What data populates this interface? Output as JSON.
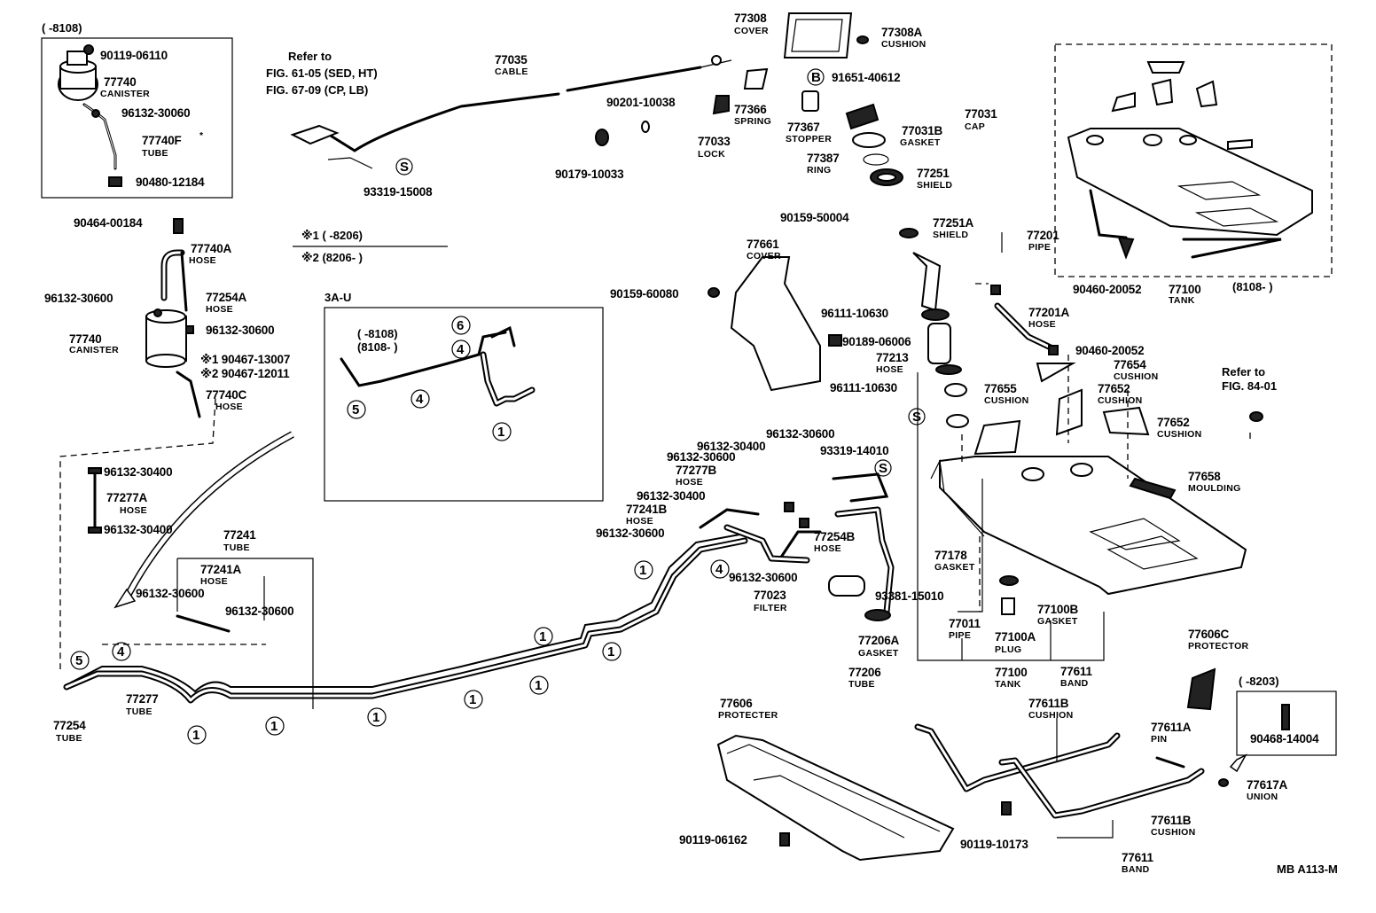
{
  "drawing_code": "MB A113-M",
  "date_notes": {
    "inset_top_left": "(      -8108)",
    "tank_upper": "(8108-        )",
    "pin_inset": "(      -8203)",
    "legend_1": "※1 (          -8206)",
    "legend_2": "※2 (8206-          )"
  },
  "refs": {
    "refer_to": "Refer to",
    "fig_1": "FIG. 61-05 (SED, HT)",
    "fig_2": "FIG. 67-09 (CP, LB)",
    "refer_to_2": "Refer to",
    "fig_3": "FIG. 84-01"
  },
  "variant_box": {
    "title": "3A-U",
    "date_a": "(      -8108)",
    "date_b": "(8108-        )"
  },
  "circled": {
    "one": "1",
    "four": "4",
    "five": "5",
    "six": "6",
    "s": "S",
    "b": "B"
  },
  "parts": [
    {
      "no": "90119-06110",
      "name": ""
    },
    {
      "no": "77740",
      "name": "CANISTER"
    },
    {
      "no": "96132-30060",
      "name": ""
    },
    {
      "no": "77740F",
      "name": "TUBE"
    },
    {
      "no": "90480-12184",
      "name": ""
    },
    {
      "no": "90464-00184",
      "name": ""
    },
    {
      "no": "77740A",
      "name": "HOSE"
    },
    {
      "no": "96132-30600",
      "name": ""
    },
    {
      "no": "77254A",
      "name": "HOSE"
    },
    {
      "no": "77740",
      "name": "CANISTER"
    },
    {
      "no": "96132-30600",
      "name": ""
    },
    {
      "no": "※1 90467-13007",
      "name": ""
    },
    {
      "no": "※2 90467-12011",
      "name": ""
    },
    {
      "no": "77740C",
      "name": "HOSE"
    },
    {
      "no": "96132-30400",
      "name": ""
    },
    {
      "no": "77277A",
      "name": "HOSE"
    },
    {
      "no": "96132-30400",
      "name": ""
    },
    {
      "no": "77241",
      "name": "TUBE"
    },
    {
      "no": "77241A",
      "name": "HOSE"
    },
    {
      "no": "96132-30600",
      "name": ""
    },
    {
      "no": "96132-30600",
      "name": ""
    },
    {
      "no": "77254",
      "name": "TUBE"
    },
    {
      "no": "77277",
      "name": "TUBE"
    },
    {
      "no": "77035",
      "name": "CABLE"
    },
    {
      "no": "93319-15008",
      "name": ""
    },
    {
      "no": "90201-10038",
      "name": ""
    },
    {
      "no": "90179-10033",
      "name": ""
    },
    {
      "no": "77308",
      "name": "COVER"
    },
    {
      "no": "77308A",
      "name": "CUSHION"
    },
    {
      "no": "91651-40612",
      "name": ""
    },
    {
      "no": "77366",
      "name": "SPRING"
    },
    {
      "no": "77033",
      "name": "LOCK"
    },
    {
      "no": "77367",
      "name": "STOPPER"
    },
    {
      "no": "77031",
      "name": "CAP"
    },
    {
      "no": "77031B",
      "name": "GASKET"
    },
    {
      "no": "77387",
      "name": "RING"
    },
    {
      "no": "77251",
      "name": "SHIELD"
    },
    {
      "no": "90159-50004",
      "name": ""
    },
    {
      "no": "77251A",
      "name": "SHIELD"
    },
    {
      "no": "77201",
      "name": "PIPE"
    },
    {
      "no": "77661",
      "name": "COVER"
    },
    {
      "no": "90159-60080",
      "name": ""
    },
    {
      "no": "90460-20052",
      "name": ""
    },
    {
      "no": "77201A",
      "name": "HOSE"
    },
    {
      "no": "96111-10630",
      "name": ""
    },
    {
      "no": "90189-06006",
      "name": ""
    },
    {
      "no": "90460-20052",
      "name": ""
    },
    {
      "no": "77213",
      "name": "HOSE"
    },
    {
      "no": "96111-10630",
      "name": ""
    },
    {
      "no": "77654",
      "name": "CUSHION"
    },
    {
      "no": "77655",
      "name": "CUSHION"
    },
    {
      "no": "77652",
      "name": "CUSHION"
    },
    {
      "no": "77652",
      "name": "CUSHION"
    },
    {
      "no": "77658",
      "name": "MOULDING"
    },
    {
      "no": "77100",
      "name": "TANK"
    },
    {
      "no": "96132-30600",
      "name": ""
    },
    {
      "no": "96132-30400",
      "name": ""
    },
    {
      "no": "96132-30600",
      "name": ""
    },
    {
      "no": "77277B",
      "name": "HOSE"
    },
    {
      "no": "96132-30400",
      "name": ""
    },
    {
      "no": "77241B",
      "name": "HOSE"
    },
    {
      "no": "96132-30600",
      "name": ""
    },
    {
      "no": "93319-14010",
      "name": ""
    },
    {
      "no": "77254B",
      "name": "HOSE"
    },
    {
      "no": "96132-30600",
      "name": ""
    },
    {
      "no": "77023",
      "name": "FILTER"
    },
    {
      "no": "93381-15010",
      "name": ""
    },
    {
      "no": "77178",
      "name": "GASKET"
    },
    {
      "no": "77206A",
      "name": "GASKET"
    },
    {
      "no": "77206",
      "name": "TUBE"
    },
    {
      "no": "77011",
      "name": "PIPE"
    },
    {
      "no": "77100B",
      "name": "GASKET"
    },
    {
      "no": "77100A",
      "name": "PLUG"
    },
    {
      "no": "77100",
      "name": "TANK"
    },
    {
      "no": "77611",
      "name": "BAND"
    },
    {
      "no": "77606C",
      "name": "PROTECTOR"
    },
    {
      "no": "90468-14004",
      "name": ""
    },
    {
      "no": "77606",
      "name": "PROTECTER"
    },
    {
      "no": "77611B",
      "name": "CUSHION"
    },
    {
      "no": "77611A",
      "name": "PIN"
    },
    {
      "no": "77617A",
      "name": "UNION"
    },
    {
      "no": "77611B",
      "name": "CUSHION"
    },
    {
      "no": "77611",
      "name": "BAND"
    },
    {
      "no": "90119-06162",
      "name": ""
    },
    {
      "no": "90119-10173",
      "name": ""
    }
  ]
}
